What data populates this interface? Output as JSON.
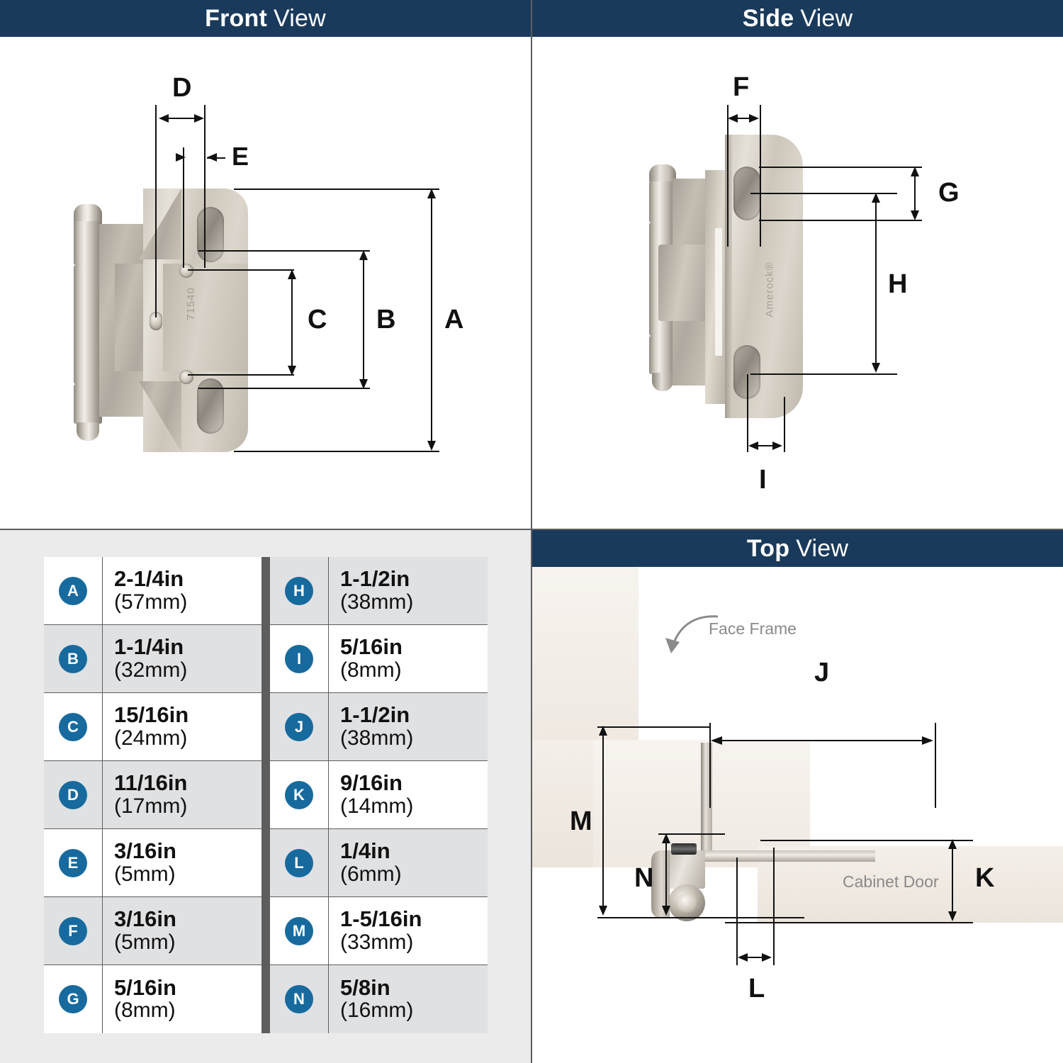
{
  "panels": {
    "front": {
      "title_strong": "Front",
      "title_light": "View"
    },
    "side": {
      "title_strong": "Side",
      "title_light": "View"
    },
    "top": {
      "title_strong": "Top",
      "title_light": "View"
    }
  },
  "front_view": {
    "labels": [
      "D",
      "E",
      "A",
      "B",
      "C"
    ],
    "label_D": "D",
    "label_E": "E",
    "label_A": "A",
    "label_B": "B",
    "label_C": "C"
  },
  "side_view": {
    "label_F": "F",
    "label_G": "G",
    "label_H": "H",
    "label_I": "I"
  },
  "top_view": {
    "label_J": "J",
    "label_K": "K",
    "label_L": "L",
    "label_M": "M",
    "label_N": "N",
    "face_frame": "Face Frame",
    "cabinet_door": "Cabinet Door"
  },
  "colors": {
    "header_navy": "#1a3a5c",
    "badge_blue": "#176a9e",
    "row_gray": "#e0e1e3",
    "row_white": "#ffffff",
    "panel_bg": "#ebebeb",
    "divider": "#5d5d5d"
  },
  "spec_table": {
    "left_column": [
      {
        "key": "A",
        "inches": "2-1/4in",
        "mm": "(57mm)"
      },
      {
        "key": "B",
        "inches": "1-1/4in",
        "mm": "(32mm)"
      },
      {
        "key": "C",
        "inches": "15/16in",
        "mm": "(24mm)"
      },
      {
        "key": "D",
        "inches": "11/16in",
        "mm": "(17mm)"
      },
      {
        "key": "E",
        "inches": "3/16in",
        "mm": "(5mm)"
      },
      {
        "key": "F",
        "inches": "3/16in",
        "mm": "(5mm)"
      },
      {
        "key": "G",
        "inches": "5/16in",
        "mm": "(8mm)"
      }
    ],
    "right_column": [
      {
        "key": "H",
        "inches": "1-1/2in",
        "mm": "(38mm)"
      },
      {
        "key": "I",
        "inches": "5/16in",
        "mm": "(8mm)"
      },
      {
        "key": "J",
        "inches": "1-1/2in",
        "mm": "(38mm)"
      },
      {
        "key": "K",
        "inches": "9/16in",
        "mm": "(14mm)"
      },
      {
        "key": "L",
        "inches": "1/4in",
        "mm": "(6mm)"
      },
      {
        "key": "M",
        "inches": "1-5/16in",
        "mm": "(33mm)"
      },
      {
        "key": "N",
        "inches": "5/8in",
        "mm": "(16mm)"
      }
    ]
  }
}
